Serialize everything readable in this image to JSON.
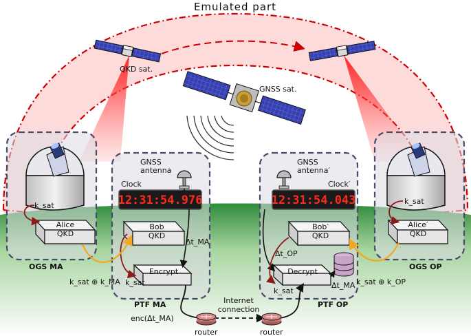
{
  "title": "Emulated part",
  "satellites": {
    "qkd": "QKD sat.",
    "gnss": "GNSS sat."
  },
  "stations": {
    "ma": {
      "ogs_label": "OGS MA",
      "ptf_label": "PTF MA",
      "alice_line1": "Alice",
      "alice_line2": "QKD",
      "bob_line1": "Bob",
      "bob_line2": "QKD",
      "encrypt": "Encrypt",
      "gnss_line1": "GNSS",
      "gnss_line2": "antenna",
      "clock_label": "Clock",
      "clock_value": "12:31:54.976",
      "k_sat": "k_sat",
      "k_sat_enc": "k_sat",
      "k_sum": "k_sat ⊕ k_MA",
      "delta_t": "Δt_MA"
    },
    "op": {
      "ogs_label": "OGS OP",
      "ptf_label": "PTF OP",
      "alice_line1": "Alice′",
      "alice_line2": "QKD",
      "bob_line1": "Bob′",
      "bob_line2": "QKD",
      "decrypt": "Decrypt",
      "gnss_line1": "GNSS",
      "gnss_line2": "antenna′",
      "clock_label": "Clock′",
      "clock_value": "12:31:54.043",
      "k_sat": "k_sat",
      "k_sat_dec": "k_sat",
      "k_sum": "k_sat ⊕ k_OP",
      "delta_t_op": "Δt_OP",
      "delta_t_ma": "Δt_MA"
    }
  },
  "network": {
    "router_left": "router",
    "router_right": "router",
    "internet_line1": "Internet",
    "internet_line2": "connection",
    "enc_label": "enc(Δt_MA)"
  },
  "colors": {
    "dash_red": "#cc0000",
    "pink_fill": "#fdd7d7",
    "ground_green": "#49a24a",
    "box_fill": "#e6e6e6",
    "orange_link": "#f5a623",
    "dark_red_link": "#8b1a1a",
    "clock_bg": "#1a1a1a",
    "clock_digits": "#ff2a1a"
  }
}
